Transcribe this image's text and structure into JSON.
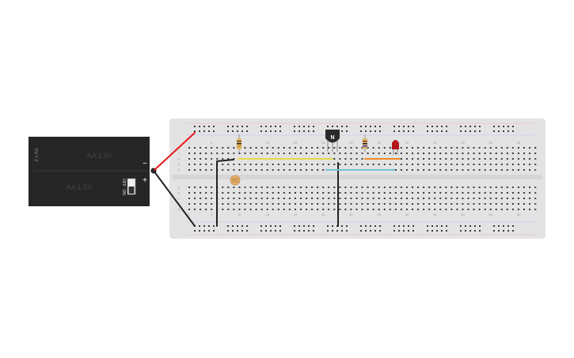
{
  "battery": {
    "pack_label": "2 x AA",
    "cell_top_label": "AA 1.5V",
    "cell_bottom_label": "AA 1.5V",
    "switch_off_label": "OFF",
    "switch_on_label": "ON",
    "minus_label": "−",
    "plus_label": "+"
  },
  "transistor": {
    "label": "N"
  },
  "breadboard": {
    "column_numbers": [
      "1",
      "5",
      "10",
      "15",
      "20",
      "25",
      "30",
      "35",
      "40",
      "45",
      "50",
      "55",
      "60"
    ],
    "top_row_letters": [
      "J",
      "I",
      "H",
      "G",
      "F"
    ],
    "bottom_row_letters": [
      "E",
      "D",
      "C",
      "B",
      "A"
    ]
  },
  "colors": {
    "board": "#e3e3e3",
    "hole": "#3a3a3a",
    "wire_red": "#e8161b",
    "wire_black": "#222222",
    "wire_yellow": "#e6d84a",
    "wire_orange": "#f08a24",
    "wire_cyan": "#6fc6d3",
    "led": "#b3161b",
    "battery": "#262626"
  }
}
